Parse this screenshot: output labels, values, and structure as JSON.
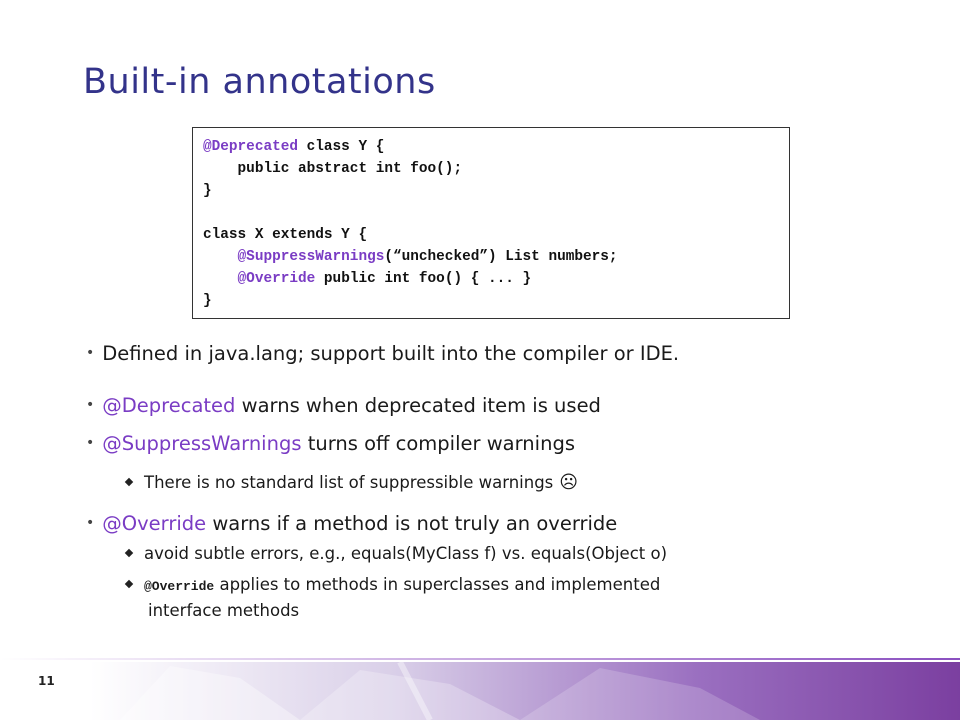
{
  "slide": {
    "title": "Built-in annotations",
    "page_number": "11"
  },
  "code": {
    "lines": [
      {
        "annot": "@Deprecated",
        "text": " class Y {",
        "indent": ""
      },
      {
        "annot": "",
        "text": "public abstract int foo();",
        "indent": "    "
      },
      {
        "annot": "",
        "text": "}",
        "indent": ""
      },
      {
        "annot": "",
        "text": "",
        "indent": ""
      },
      {
        "annot": "",
        "text": "class X extends Y {",
        "indent": ""
      },
      {
        "annot": "@SuppressWarnings",
        "text": "(“unchecked”) List numbers;",
        "indent": "    "
      },
      {
        "annot": "@Override",
        "text": " public int foo() { ... }",
        "indent": "    "
      },
      {
        "annot": "",
        "text": "}",
        "indent": ""
      }
    ]
  },
  "bullets": {
    "b1": {
      "text": "Defined in java.lang; support built into the compiler or IDE."
    },
    "b2": {
      "annot": "@Deprecated",
      "text": " warns when deprecated item is used"
    },
    "b3": {
      "annot": "@SuppressWarnings",
      "text": " turns off compiler warnings"
    },
    "b3_sub1": {
      "text": "There is no standard list of suppressible warnings",
      "emoji": "☹"
    },
    "b4": {
      "annot": "@Override",
      "text": " warns if a method is not truly an override"
    },
    "b4_sub1": {
      "text": "avoid subtle errors, e.g., equals(MyClass f) vs. equals(Object o)"
    },
    "b4_sub2": {
      "code": "@Override",
      "text": " applies to methods in superclasses and implemented",
      "text2": "interface methods"
    }
  },
  "colors": {
    "title": "#33338a",
    "annotation": "#7a3cc4",
    "footer_purple": "#7b3fa0"
  }
}
